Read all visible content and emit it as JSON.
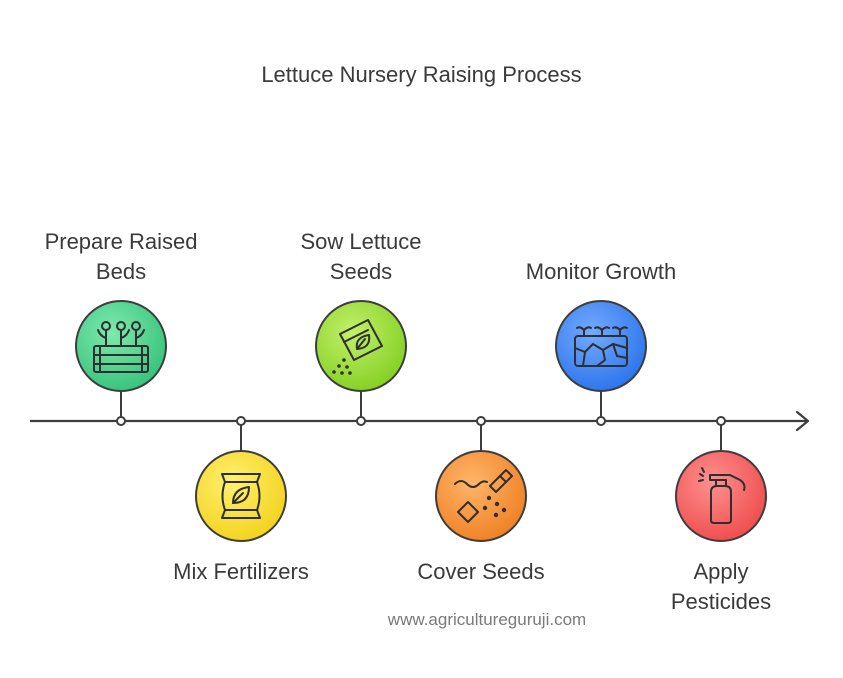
{
  "title": "Lettuce Nursery Raising Process",
  "footer": "www.agricultureguruji.com",
  "steps": [
    {
      "label_line1": "Prepare Raised",
      "label_line2": "Beds",
      "icon": "raised-bed-icon",
      "position": "above",
      "color": "#4fd18b"
    },
    {
      "label_line1": "Mix Fertilizers",
      "label_line2": "",
      "icon": "fertilizer-bag-icon",
      "position": "below",
      "color": "#f7e03a"
    },
    {
      "label_line1": "Sow Lettuce",
      "label_line2": "Seeds",
      "icon": "seed-packet-icon",
      "position": "above",
      "color": "#9be03b"
    },
    {
      "label_line1": "Cover Seeds",
      "label_line2": "",
      "icon": "soil-cover-icon",
      "position": "below",
      "color": "#f7933b"
    },
    {
      "label_line1": "Monitor Growth",
      "label_line2": "",
      "icon": "cracked-soil-icon",
      "position": "above",
      "color": "#3d86f5"
    },
    {
      "label_line1": "Apply",
      "label_line2": "Pesticides",
      "icon": "spray-bottle-icon",
      "position": "below",
      "color": "#f56463"
    }
  ]
}
